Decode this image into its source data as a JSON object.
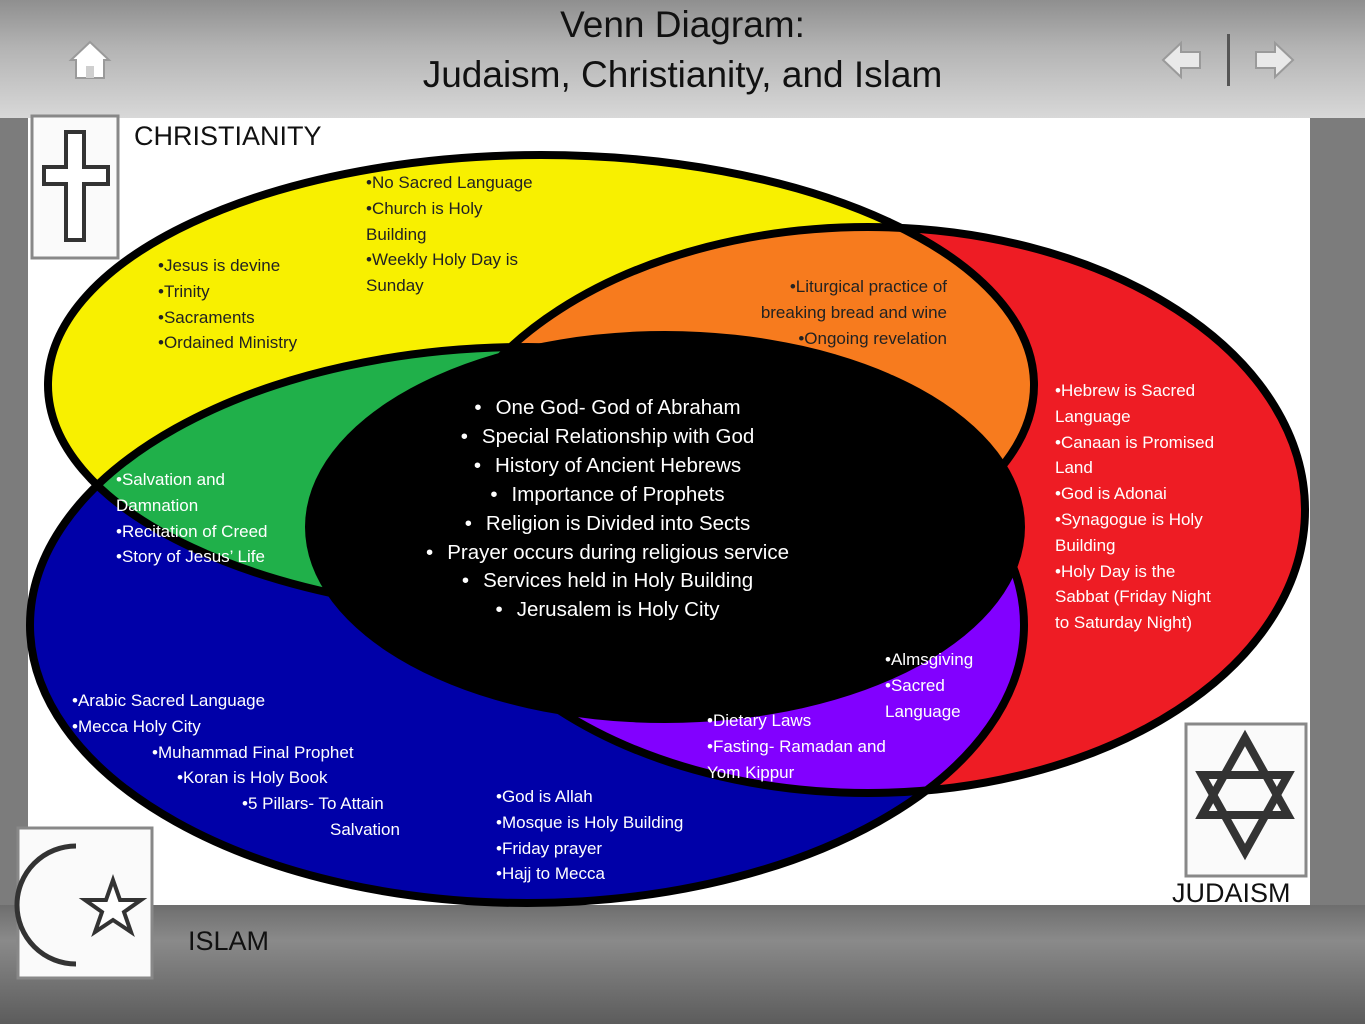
{
  "title": {
    "line1": "Venn Diagram:",
    "line2": "Judaism, Christianity, and Islam"
  },
  "nav": {
    "home_icon": "home-icon",
    "prev_icon": "arrow-left-icon",
    "next_icon": "arrow-right-icon"
  },
  "colors": {
    "christianity": "#f8f000",
    "judaism": "#ee1c24",
    "islam": "#0000a8",
    "christianity_judaism": "#f77b1e",
    "christianity_islam": "#20b04a",
    "judaism_islam": "#8200ff",
    "all_three": "#000000"
  },
  "labels": {
    "christianity": "CHRISTIANITY",
    "judaism": "JUDAISM",
    "islam": "ISLAM"
  },
  "icons": {
    "christianity": "cross-icon",
    "judaism": "star-of-david-icon",
    "islam": "crescent-star-icon"
  },
  "regions": {
    "christianity_top": [
      "•No Sacred Language",
      "•Church is Holy",
      "Building",
      "•Weekly Holy Day is",
      "Sunday"
    ],
    "christianity_left": [
      "•Jesus is devine",
      "•Trinity",
      "•Sacraments",
      "•Ordained Ministry"
    ],
    "christianity_judaism": [
      "•Liturgical practice of",
      "breaking bread and wine",
      "•Ongoing revelation"
    ],
    "judaism": [
      "•Hebrew is Sacred",
      "Language",
      "•Canaan is Promised",
      "Land",
      "•God is Adonai",
      "•Synagogue is Holy",
      "Building",
      "•Holy Day is the",
      "Sabbat (Friday Night",
      "to Saturday Night)"
    ],
    "christianity_islam": [
      "•Salvation and",
      "Damnation",
      "•Recitation of Creed",
      "•Story of Jesus’ Life"
    ],
    "all_three": [
      "One God- God of Abraham",
      "Special Relationship with God",
      "History of Ancient Hebrews",
      "Importance of Prophets",
      "Religion is Divided into Sects",
      "Prayer occurs during religious service",
      "Services held in Holy Building",
      "Jerusalem is Holy City"
    ],
    "judaism_islam_a": [
      "•Almsgiving",
      "•Sacred",
      "Language"
    ],
    "judaism_islam_b": [
      "•Dietary Laws",
      "•Fasting- Ramadan and",
      "Yom Kippur"
    ],
    "islam_left": [
      "•Arabic Sacred Language",
      "•Mecca Holy City",
      "•Muhammad Final Prophet",
      "•Koran is Holy Book",
      "•5 Pillars- To Attain",
      "Salvation"
    ],
    "islam_right": [
      "•God is Allah",
      "•Mosque is Holy Building",
      "•Friday prayer",
      "•Hajj to Mecca"
    ]
  }
}
